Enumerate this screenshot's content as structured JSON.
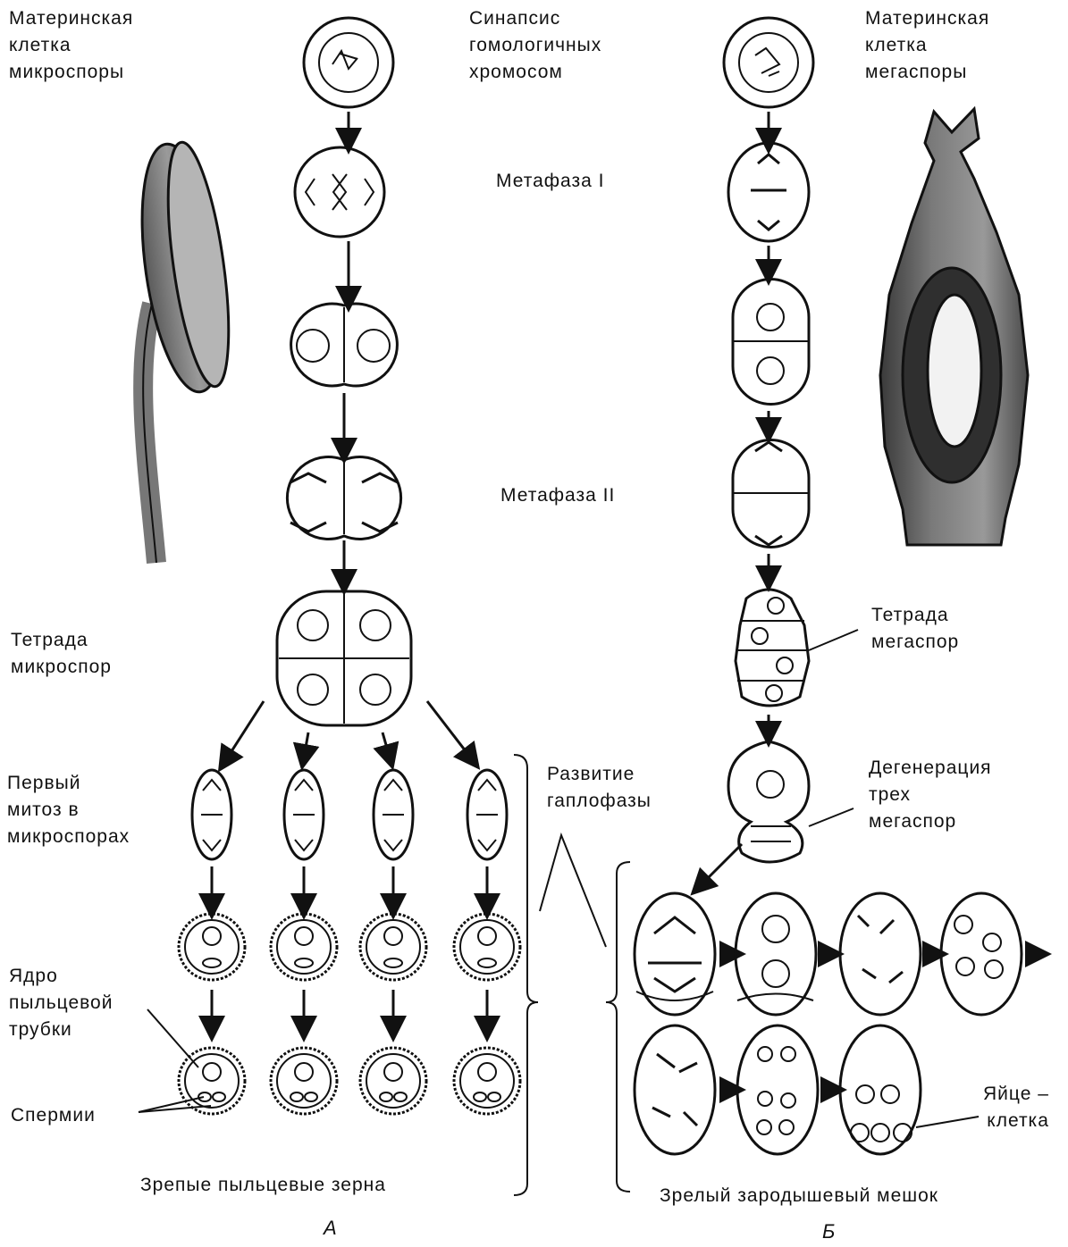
{
  "labels": {
    "microspore_mother": "Материнская\nклетка\nмикроспоры",
    "synapsis": "Синапсис\nгомологичных\nхромосом",
    "megaspore_mother": "Материнская\nклетка\nмегаспоры",
    "metaphase1": "Метафаза  I",
    "metaphase2": "Метафаза  II",
    "microspore_tetrad": "Тетрада\nмикроспор",
    "megaspore_tetrad": "Тетрада\nмегаспор",
    "first_mitosis": "Первый\nмитоз в\nмикроспорах",
    "haplophase": "Развитие\nгаплофазы",
    "degeneration": "Дегенерация\nтрех\nмегаспор",
    "tube_nucleus": "Ядро\nпыльцевой\nтрубки",
    "sperm": "Спермии",
    "egg_cell": "Яйце –\nклетка",
    "mature_pollen": "Зрепые пыльцевые зерна",
    "mature_embryo_sac": "Зрелый зародышевый мешок",
    "panel_a": "А",
    "panel_b": "Б"
  },
  "colors": {
    "ink": "#111111",
    "anther_shade": "#8a8a8a",
    "ovule_shade": "#555555"
  }
}
